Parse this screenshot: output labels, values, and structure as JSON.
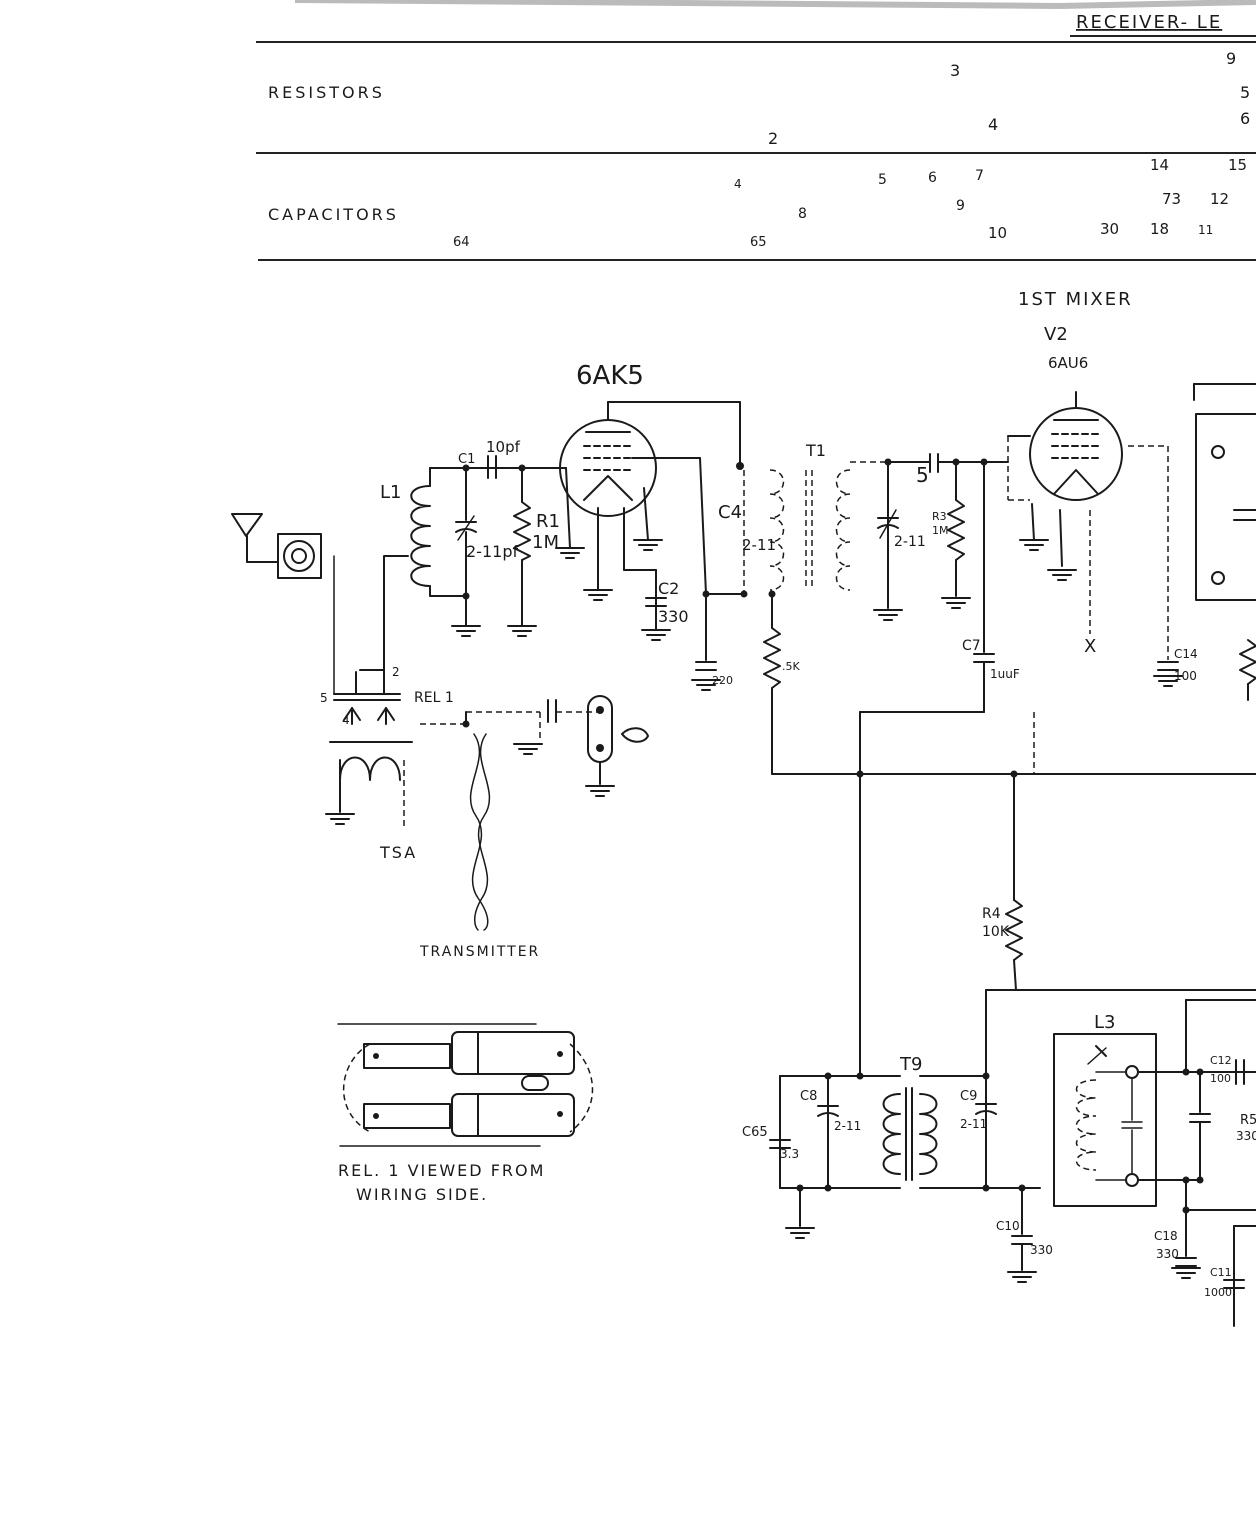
{
  "header": {
    "title": "RECEIVER- LE",
    "row_resistors": "RESISTORS",
    "row_capacitors": "CAPACITORS",
    "resistor_numbers": [
      "3",
      "9",
      "5",
      "6",
      "2",
      "4"
    ],
    "capacitor_numbers": [
      "14",
      "15",
      "4",
      "5",
      "6",
      "7",
      "73",
      "12",
      "8",
      "9",
      "64",
      "65",
      "10",
      "30",
      "18",
      "11"
    ]
  },
  "labels": {
    "tube_6ak5": "6AK5",
    "mixer_title": "1ST MIXER",
    "v2": "V2",
    "tube_6au6": "6AU6",
    "l1": "L1",
    "c1": "C1",
    "c1_val": "10pf",
    "c_trim_val": "2-11pf",
    "r1": "R1",
    "r1_val": "1M",
    "c2": "C2",
    "c2_val": "330",
    "c3_val": "220",
    "c4": "C4",
    "c4_val": "2-11",
    "t1": "T1",
    "c5_val": "2-11",
    "c6_val": "5",
    "r3": "R3",
    "r3_val": "1M",
    "r2_val": ".5K",
    "c7": "C7",
    "c7_val": "1uuF",
    "c14": "C14",
    "c14_val": "100",
    "x_label": "X",
    "rel1": "REL 1",
    "tsa": "TSA",
    "transmitter": "TRANSMITTER",
    "r4": "R4",
    "r4_val": "10K",
    "l3": "L3",
    "t9": "T9",
    "c8": "C8",
    "c8_val": "2-11",
    "c65": "C65",
    "c65_val": "3.3",
    "c9": "C9",
    "c9_val": "2-11",
    "c10": "C10",
    "c10_val": "330",
    "c12": "C12",
    "c12_val": "100",
    "c18": "C18",
    "c18_val": "330",
    "c11": "C11",
    "c11_val": "1000",
    "r5": "R5",
    "r5_val": "330",
    "rel_caption_1": "REL. 1 VIEWED FROM",
    "rel_caption_2": "WIRING SIDE."
  }
}
